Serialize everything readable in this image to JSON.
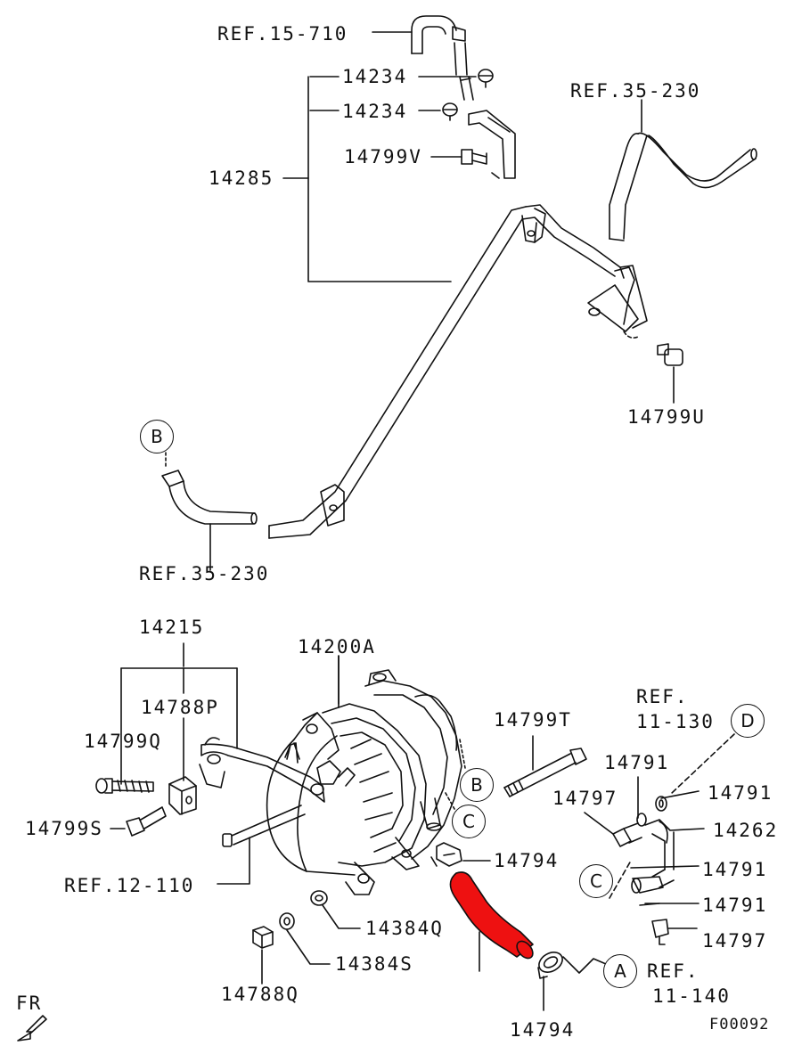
{
  "figure_code": "F00092",
  "direction_label": "FR",
  "colors": {
    "line": "#111111",
    "highlight": "#ee1111"
  },
  "labels": {
    "ref_15_710": "REF.15-710",
    "p14234_a": "14234",
    "p14234_b": "14234",
    "p14799v": "14799V",
    "p14285": "14285",
    "ref_35_230_top": "REF.35-230",
    "p14799u": "14799U",
    "ref_35_230_left": "REF.35-230",
    "p14215": "14215",
    "p14200a": "14200A",
    "p14788p": "14788P",
    "p14799q": "14799Q",
    "p14799s": "14799S",
    "ref_12_110": "REF.12-110",
    "p14799t": "14799T",
    "ref_11_130_a": "REF.",
    "ref_11_130_b": "11-130",
    "p14791_a": "14791",
    "p14791_b": "14791",
    "p14797_a": "14797",
    "p14262": "14262",
    "p14791_c": "14791",
    "p14791_d": "14791",
    "p14794_a": "14794",
    "p14797_b": "14797",
    "p14384q": "14384Q",
    "p14384s": "14384S",
    "p14788q": "14788Q",
    "p14794_b": "14794",
    "ref_11_140_a": "REF.",
    "ref_11_140_b": "11-140"
  },
  "callouts": {
    "b_top": "B",
    "b_mid": "B",
    "c_mid": "C",
    "c_right": "C",
    "d": "D",
    "a": "A"
  }
}
